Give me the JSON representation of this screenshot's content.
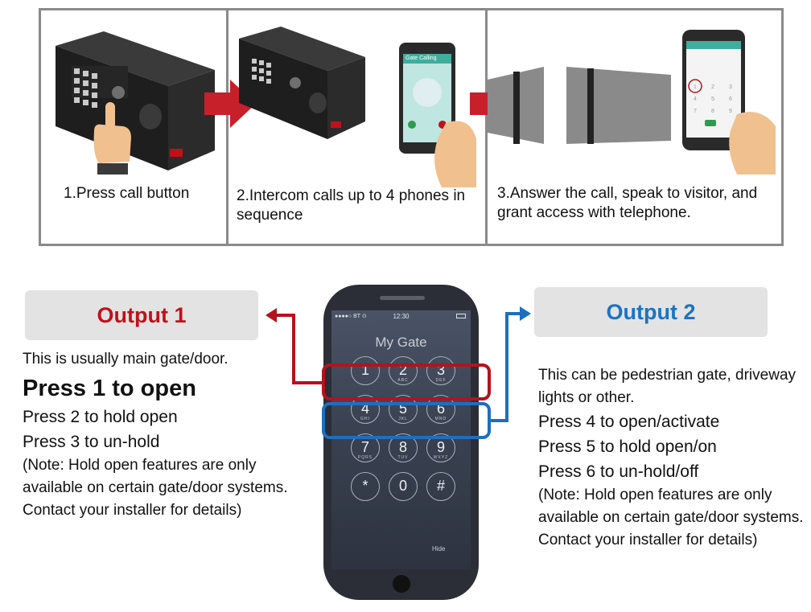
{
  "steps": [
    {
      "caption": "1.Press call button"
    },
    {
      "caption": "2.Intercom calls up to 4 phones in sequence",
      "phone_screen": "Gate Calling"
    },
    {
      "caption": "3.Answer the call, speak to visitor, and grant access with telephone."
    }
  ],
  "output1": {
    "title": "Output 1",
    "desc": "This is usually main gate/door.",
    "press1": "Press 1 to open",
    "press2": "Press 2 to hold open",
    "press3": "Press 3 to un-hold",
    "note": "(Note: Hold open features are only available on certain gate/door systems. Contact your installer for details)"
  },
  "output2": {
    "title": "Output 2",
    "desc": "This can be pedestrian gate, driveway lights or other.",
    "press4": "Press 4 to open/activate",
    "press5": "Press 5 to hold open/on",
    "press6": "Press 6 to un-hold/off",
    "note": "(Note: Hold open features are only available on certain gate/door systems. Contact your installer for details)"
  },
  "phone": {
    "carrier": "●●●●○ BT ⊙",
    "time": "12:30",
    "title": "My Gate",
    "hide": "Hide",
    "keys": [
      {
        "digit": "1",
        "sub": ""
      },
      {
        "digit": "2",
        "sub": "ABC"
      },
      {
        "digit": "3",
        "sub": "DEF"
      },
      {
        "digit": "4",
        "sub": "GHI"
      },
      {
        "digit": "5",
        "sub": "JKL"
      },
      {
        "digit": "6",
        "sub": "MNO"
      },
      {
        "digit": "7",
        "sub": "PQRS"
      },
      {
        "digit": "8",
        "sub": "TUV"
      },
      {
        "digit": "9",
        "sub": "WXYZ"
      },
      {
        "digit": "*",
        "sub": ""
      },
      {
        "digit": "0",
        "sub": ""
      },
      {
        "digit": "#",
        "sub": ""
      }
    ]
  },
  "colors": {
    "output1": "#c0111a",
    "output2": "#1a73c4",
    "arrow_step": "#c8202a",
    "frame": "#8a8a8a"
  },
  "icons": [
    "intercom-panel-icon",
    "hand-pointing-icon",
    "smartphone-icon",
    "gate-icon",
    "step-arrow-icon"
  ]
}
